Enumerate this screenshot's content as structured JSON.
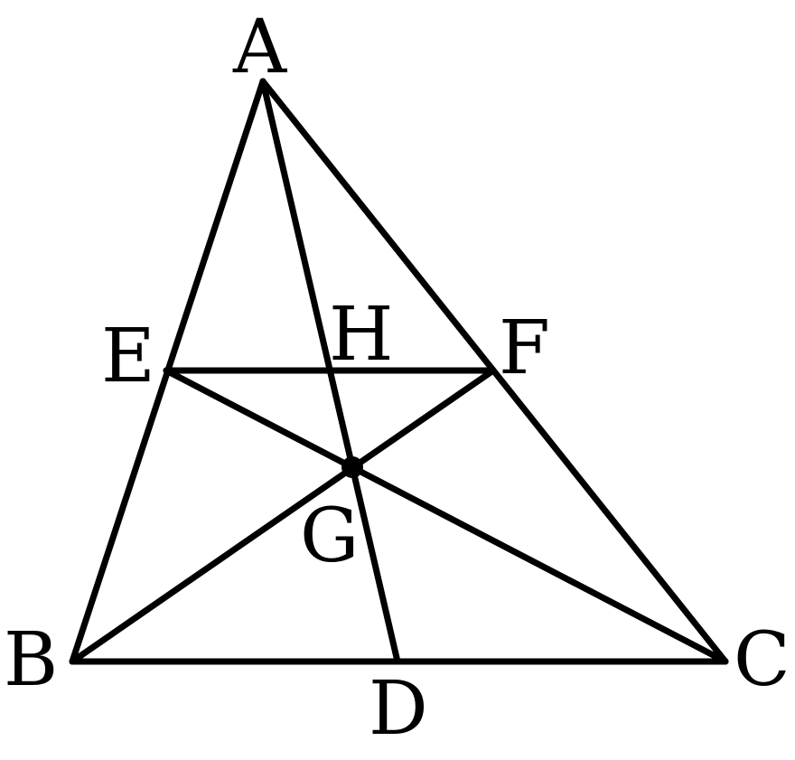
{
  "figure": {
    "points": {
      "A": {
        "label": "A"
      },
      "B": {
        "label": "B"
      },
      "C": {
        "label": "C"
      },
      "D": {
        "label": "D"
      },
      "E": {
        "label": "E"
      },
      "F": {
        "label": "F"
      },
      "G": {
        "label": "G"
      },
      "H": {
        "label": "H"
      }
    },
    "segments": [
      [
        "A",
        "B"
      ],
      [
        "A",
        "C"
      ],
      [
        "B",
        "C"
      ],
      [
        "A",
        "D"
      ],
      [
        "E",
        "F"
      ],
      [
        "E",
        "C"
      ],
      [
        "B",
        "F"
      ]
    ],
    "marked_point": "G",
    "colors": {
      "stroke": "#000000",
      "background": "#ffffff"
    }
  }
}
